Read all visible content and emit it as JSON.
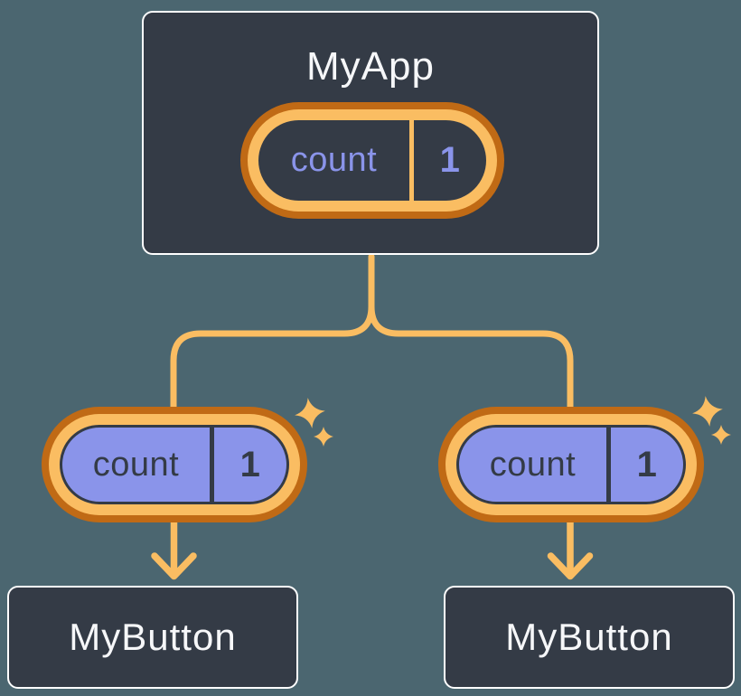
{
  "colors": {
    "background": "#4B6670",
    "node_fill": "#343B46",
    "node_border": "#FFFFFF",
    "node_text": "#F6F7F9",
    "orange_dark": "#C06A15",
    "orange_light": "#FABD62",
    "purple": "#8A94EA",
    "dark_text": "#343B46"
  },
  "tree": {
    "root": {
      "title": "MyApp",
      "state_pill": {
        "label": "count",
        "value": "1"
      }
    },
    "branches": [
      {
        "pill": {
          "label": "count",
          "value": "1"
        },
        "node": {
          "title": "MyButton"
        }
      },
      {
        "pill": {
          "label": "count",
          "value": "1"
        },
        "node": {
          "title": "MyButton"
        }
      }
    ]
  }
}
